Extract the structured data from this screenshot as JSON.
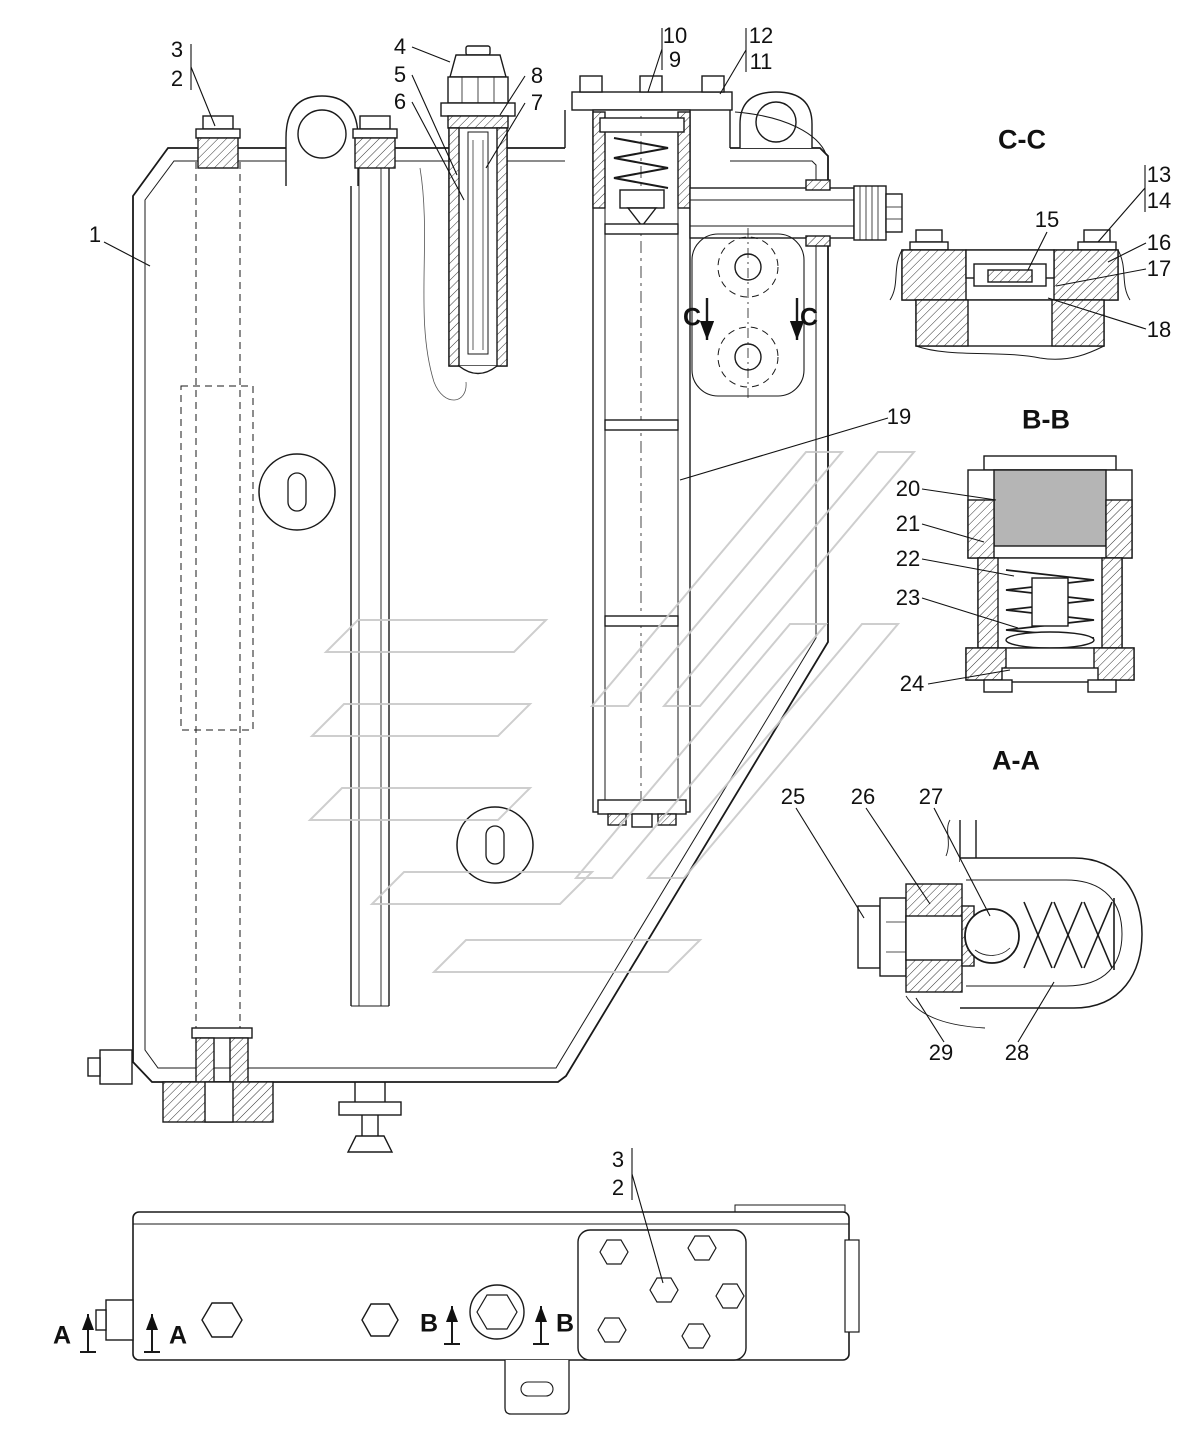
{
  "sections": {
    "cc": "C-C",
    "bb": "B-B",
    "aa": "A-A"
  },
  "cuts": {
    "a_left": "A",
    "a_right": "A",
    "b_left": "B",
    "b_right": "B",
    "c_left": "C",
    "c_right": "C"
  },
  "callouts": {
    "n1": "1",
    "n2_top": "2",
    "n3_top": "3",
    "n4": "4",
    "n5": "5",
    "n6": "6",
    "n7": "7",
    "n8": "8",
    "n9": "9",
    "n10": "10",
    "n11": "11",
    "n12": "12",
    "n13": "13",
    "n14": "14",
    "n15": "15",
    "n16": "16",
    "n17": "17",
    "n18": "18",
    "n19": "19",
    "n20": "20",
    "n21": "21",
    "n22": "22",
    "n23": "23",
    "n24": "24",
    "n25": "25",
    "n26": "26",
    "n27": "27",
    "n28": "28",
    "n29": "29",
    "n2_bottom": "2",
    "n3_bottom": "3"
  },
  "colors": {
    "line": "#1a1a1a",
    "watermark": "#c9c9c9",
    "cap_fill": "#b5b5b5",
    "background": "#ffffff"
  }
}
